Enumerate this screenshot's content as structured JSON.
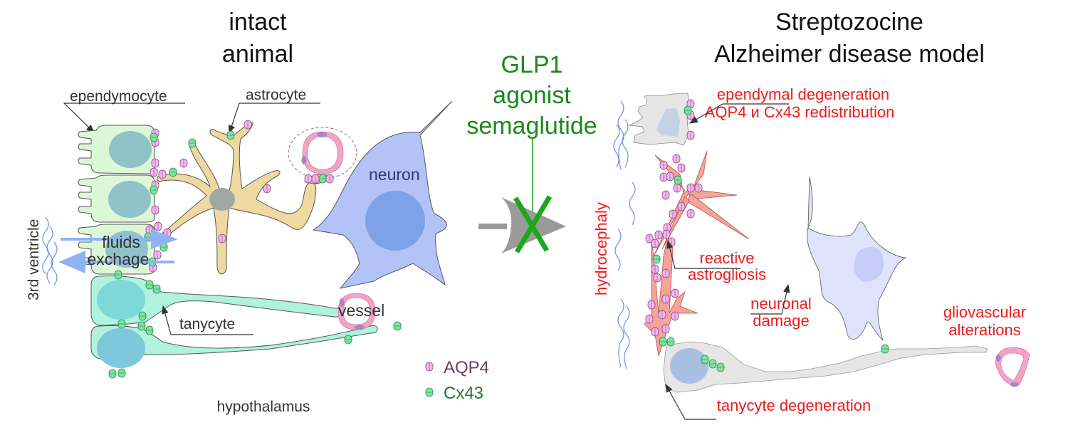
{
  "left_panel": {
    "title_line1": "intact",
    "title_line2": "animal",
    "labels": {
      "ependymocyte": "ependymocyte",
      "astrocyte": "astrocyte",
      "neuron": "neuron",
      "tanycyte": "tanycyte",
      "vessel": "vessel",
      "fluids_line1": "fluids",
      "fluids_line2": "exchage",
      "ventricle": "3rd ventricle",
      "region": "hypothalamus"
    }
  },
  "center": {
    "drug_line1": "GLP1",
    "drug_line2": "agonist",
    "drug_line3": "semaglutide"
  },
  "legend": {
    "items": [
      {
        "label": "AQP4",
        "marker": "pink-channel-icon",
        "color": "#f0a8e8"
      },
      {
        "label": "Cx43",
        "marker": "green-channel-icon",
        "color": "#7de0a0"
      }
    ]
  },
  "right_panel": {
    "title_line1": "Streptozocine",
    "title_line2": "Alzheimer disease model",
    "labels": {
      "ependymal_line1": "ependymal degeneration",
      "ependymal_line2": "AQP4 и Cx43 redistribution",
      "hydrocephaly": "hydrocephaly",
      "astro_line1": "reactive",
      "astro_line2": "astrogliosis",
      "neuronal_line1": "neuronal",
      "neuronal_line2": "damage",
      "glio_line1": "gliovascular",
      "glio_line2": "alterations",
      "tanycyte_deg": "tanycyte degeneration"
    }
  },
  "colors": {
    "ependymocyte": "#dcf7d6",
    "astrocyte": "#efd9a0",
    "neuron": "#b3c3f8",
    "neuron_nucleus": "#7ea2ea",
    "tanycyte": "#b0f2dc",
    "reactive_astrocyte": "#f6a39a",
    "damaged_neuron": "#dfe2fb",
    "degenerated_cell": "#e6e6e6",
    "drug_green": "#1a8a1a",
    "alert_red": "#ee1c1c"
  }
}
